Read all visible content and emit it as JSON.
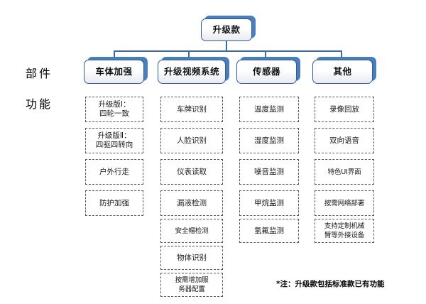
{
  "diagram": {
    "type": "org-chart",
    "root": {
      "label": "升级款"
    },
    "row_labels": {
      "components": "部件",
      "functions": "功能"
    },
    "colors": {
      "node_border": "#2E5B94",
      "node_shadow": "#4A7EBB",
      "connector": "#3A6AA8",
      "leaf_border": "#555555",
      "background": "#FFFFFF",
      "text": "#101010"
    },
    "branches": [
      {
        "label": "车体加强",
        "leaves": [
          {
            "text": "升级版Ⅰ：\n四轮一致",
            "lines": 2
          },
          {
            "text": "升级版Ⅱ：\n四驱四转向",
            "lines": 2
          },
          {
            "text": "户外行走",
            "lines": 1
          },
          {
            "text": "防护加强",
            "lines": 1
          }
        ]
      },
      {
        "label": "升级视频系统",
        "leaves": [
          {
            "text": "车牌识别",
            "lines": 1
          },
          {
            "text": "人脸识别",
            "lines": 1
          },
          {
            "text": "仪表读取",
            "lines": 1
          },
          {
            "text": "漏液检测",
            "lines": 1
          },
          {
            "text": "安全帽检测",
            "lines": 1
          },
          {
            "text": "物体识别",
            "lines": 1
          },
          {
            "text": "按需增加服\n务器配置",
            "lines": 2
          }
        ]
      },
      {
        "label": "传感器",
        "leaves": [
          {
            "text": "温度监测",
            "lines": 1
          },
          {
            "text": "湿度监测",
            "lines": 1
          },
          {
            "text": "噪音监测",
            "lines": 1
          },
          {
            "text": "甲烷监测",
            "lines": 1
          },
          {
            "text": "氢氟监测",
            "lines": 1
          }
        ]
      },
      {
        "label": "其他",
        "leaves": [
          {
            "text": "录像回放",
            "lines": 1
          },
          {
            "text": "双向语音",
            "lines": 1
          },
          {
            "text": "特色UI界面",
            "lines": 1
          },
          {
            "text": "按需网络部署",
            "lines": 1
          },
          {
            "text": "支持定制机械\n臂等外接设备",
            "lines": 2
          }
        ]
      }
    ],
    "footnote": "*注：升级款包括标准款已有功能"
  }
}
